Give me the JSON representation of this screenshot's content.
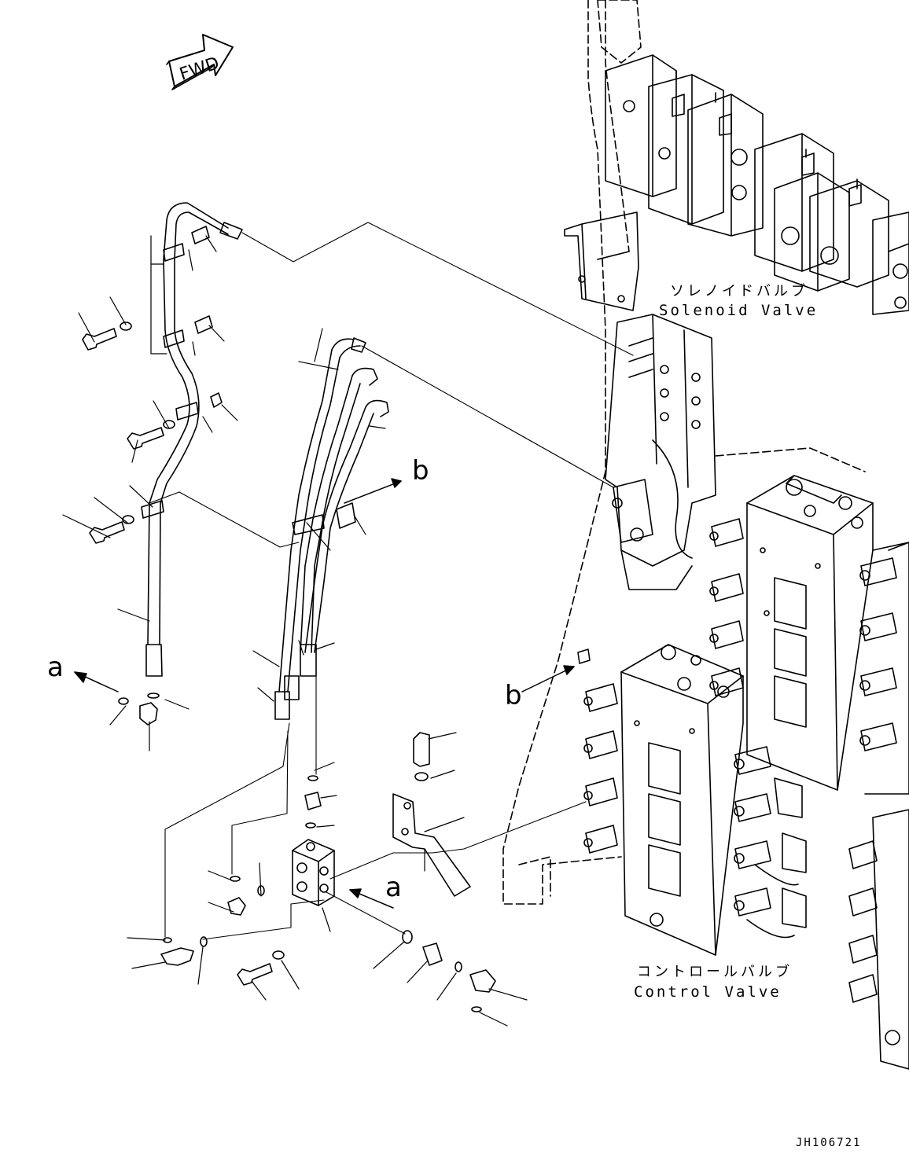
{
  "labels": {
    "fwd": "FWD",
    "solenoid_jp": "ソレノイドバルブ",
    "solenoid_en": "Solenoid Valve",
    "control_jp": "コントロールバルブ",
    "control_en": "Control Valve",
    "callout_a": "a",
    "callout_b": "b",
    "drawing_code": "JH106721"
  },
  "colors": {
    "line": "#000000",
    "background": "#ffffff"
  }
}
